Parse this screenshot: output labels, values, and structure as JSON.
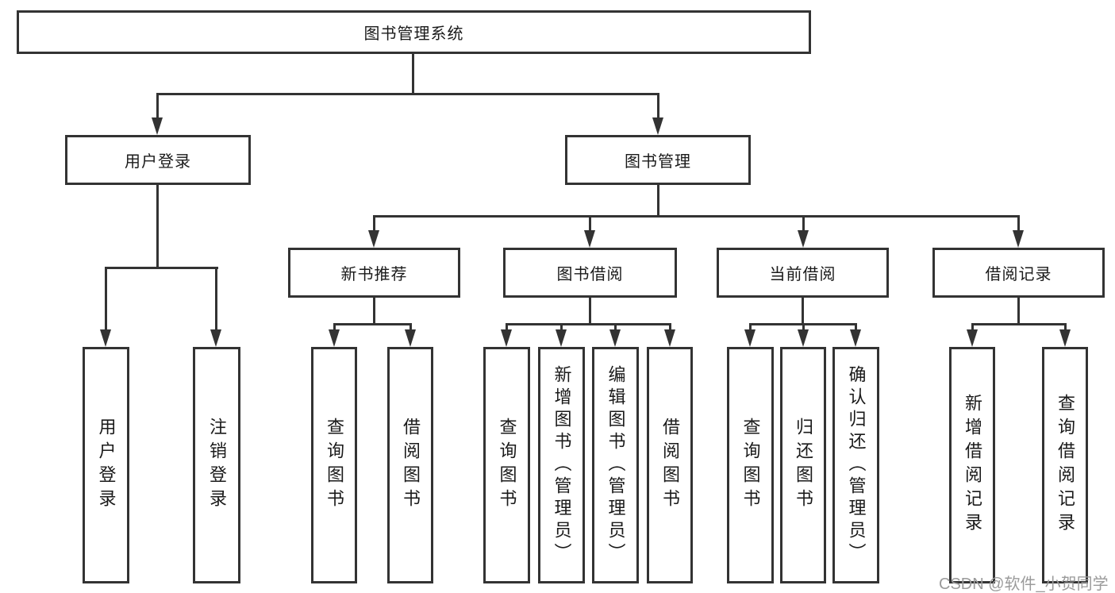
{
  "diagram": {
    "root": {
      "label": "图书管理系统"
    },
    "branches": [
      {
        "label": "用户登录",
        "children": [
          {
            "label": "用户登录"
          },
          {
            "label": "注销登录"
          }
        ]
      },
      {
        "label": "图书管理",
        "children": [
          {
            "label": "新书推荐",
            "children": [
              {
                "label": "查询图书"
              },
              {
                "label": "借阅图书"
              }
            ]
          },
          {
            "label": "图书借阅",
            "children": [
              {
                "label": "查询图书"
              },
              {
                "label": "新增图书（管理员）"
              },
              {
                "label": "编辑图书（管理员）"
              },
              {
                "label": "借阅图书"
              }
            ]
          },
          {
            "label": "当前借阅",
            "children": [
              {
                "label": "查询图书"
              },
              {
                "label": "归还图书"
              },
              {
                "label": "确认归还（管理员）"
              }
            ]
          },
          {
            "label": "借阅记录",
            "children": [
              {
                "label": "新增借阅记录"
              },
              {
                "label": "查询借阅记录"
              }
            ]
          }
        ]
      }
    ]
  },
  "watermark": "CSDN @软件_小贺同学",
  "colors": {
    "line": "#333333",
    "text": "#1a1a1a",
    "watermark": "#9b9b9b",
    "background": "#ffffff"
  }
}
